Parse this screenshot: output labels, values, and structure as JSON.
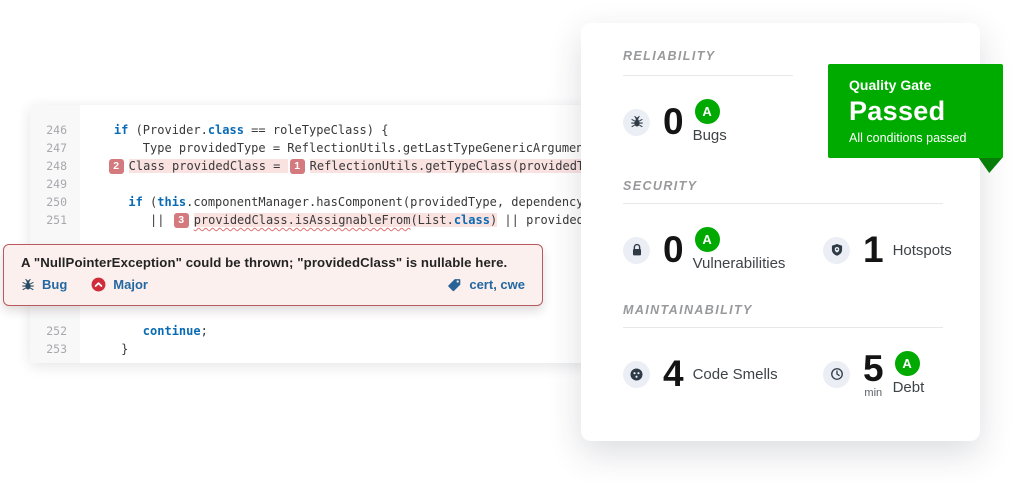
{
  "colors": {
    "accent_green": "#00ab00",
    "rating_green": "#00aa00",
    "severity_red": "#d02b38",
    "link_blue": "#2368a2",
    "keyword_blue": "#0a6bb5",
    "issue_highlight_pink": "#fae2e1",
    "issue_border_red": "#b65a60",
    "location_badge_red": "#d4797d"
  },
  "code_panel": {
    "lines": [
      {
        "num": "246",
        "indent": 4,
        "segments": [
          [
            "if",
            "k"
          ],
          [
            " (Provider.",
            "p"
          ],
          [
            "class",
            "k"
          ],
          [
            " == roleTypeClass) {",
            "p"
          ]
        ]
      },
      {
        "num": "247",
        "indent": 8,
        "segments": [
          [
            "Type providedType = ReflectionUtils.getLastTypeGenericArgument(dependencyDe",
            "p"
          ]
        ]
      },
      {
        "num": "248",
        "indent": 3,
        "segments": [
          [
            "2",
            "b"
          ],
          [
            "Class providedClass = ",
            "h"
          ],
          [
            "1",
            "b"
          ],
          [
            "ReflectionUtils.getTypeClass(providedType);",
            "h"
          ]
        ]
      },
      {
        "num": "249",
        "indent": 0,
        "segments": []
      },
      {
        "num": "250",
        "indent": 6,
        "segments": [
          [
            "if",
            "k"
          ],
          [
            " (",
            "p"
          ],
          [
            "this",
            "k"
          ],
          [
            ".componentManager.hasComponent(providedType, dependencyDescriptor.g",
            "p"
          ]
        ]
      },
      {
        "num": "251",
        "indent": 9,
        "segments": [
          [
            "|| ",
            "p"
          ],
          [
            "3",
            "b"
          ],
          [
            "providedClass.isAssignableFrom",
            "hw"
          ],
          [
            "(List.",
            "h"
          ],
          [
            "class",
            "hk"
          ],
          [
            ")",
            "h"
          ],
          [
            " || providedClass.isAs",
            "p"
          ]
        ]
      },
      {
        "num": "252",
        "indent": 8,
        "gap_before": 93,
        "segments": [
          [
            "continue",
            "k"
          ],
          [
            ";",
            "p"
          ]
        ]
      },
      {
        "num": "253",
        "indent": 5,
        "segments": [
          [
            "}",
            "p"
          ]
        ]
      }
    ]
  },
  "issue_popup": {
    "message": "A \"NullPointerException\" could be thrown; \"providedClass\" is nullable here.",
    "type_label": "Bug",
    "severity_label": "Major",
    "tags_label": "cert, cwe"
  },
  "quality_gate": {
    "title": "Quality Gate",
    "status": "Passed",
    "subtitle": "All conditions passed"
  },
  "metrics": {
    "sections": [
      {
        "title": "RELIABILITY",
        "items": [
          {
            "icon": "bug",
            "value": "0",
            "rating": "A",
            "label": "Bugs"
          }
        ]
      },
      {
        "title": "SECURITY",
        "items": [
          {
            "icon": "lock",
            "value": "0",
            "rating": "A",
            "label": "Vulnerabilities"
          },
          {
            "icon": "shield",
            "value": "1",
            "label": "Hotspots"
          }
        ]
      },
      {
        "title": "MAINTAINABILITY",
        "items": [
          {
            "icon": "code-smell",
            "value": "4",
            "label": "Code Smells"
          },
          {
            "icon": "clock",
            "value": "5",
            "rating": "A",
            "label": "Debt",
            "unit": "min"
          }
        ]
      }
    ]
  }
}
